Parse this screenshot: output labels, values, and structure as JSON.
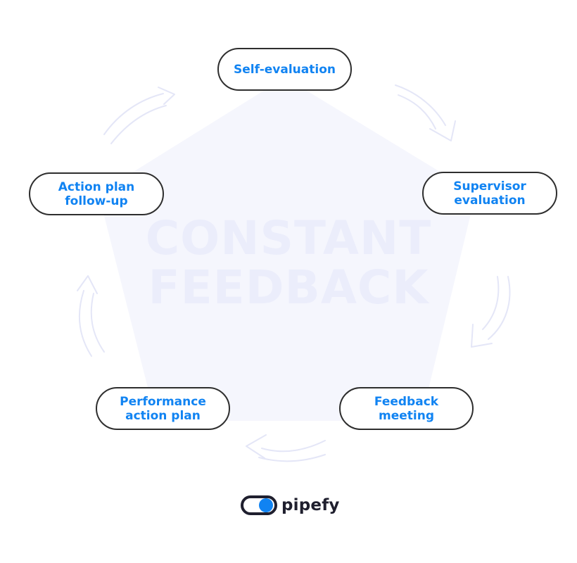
{
  "diagram": {
    "type": "cycle",
    "center": {
      "line1": "CONSTANT",
      "line2": "FEEDBACK"
    },
    "nodes": [
      {
        "id": "self-evaluation",
        "line1": "Self-evaluation",
        "line2": ""
      },
      {
        "id": "supervisor-evaluation",
        "line1": "Supervisor",
        "line2": "evaluation"
      },
      {
        "id": "feedback-meeting",
        "line1": "Feedback",
        "line2": "meeting"
      },
      {
        "id": "performance-action-plan",
        "line1": "Performance",
        "line2": "action plan"
      },
      {
        "id": "action-plan-follow-up",
        "line1": "Action plan",
        "line2": "follow-up"
      }
    ],
    "flow": "clockwise"
  },
  "brand": {
    "name": "pipefy"
  },
  "colors": {
    "node_text": "#1083f2",
    "node_border": "#2e2e2e",
    "pentagon_fill": "#f5f6fd",
    "center_text": "#ebedfb",
    "arrow": "#e4e6f7",
    "logo_blue": "#1083f2",
    "logo_dark": "#1f1f2e"
  }
}
